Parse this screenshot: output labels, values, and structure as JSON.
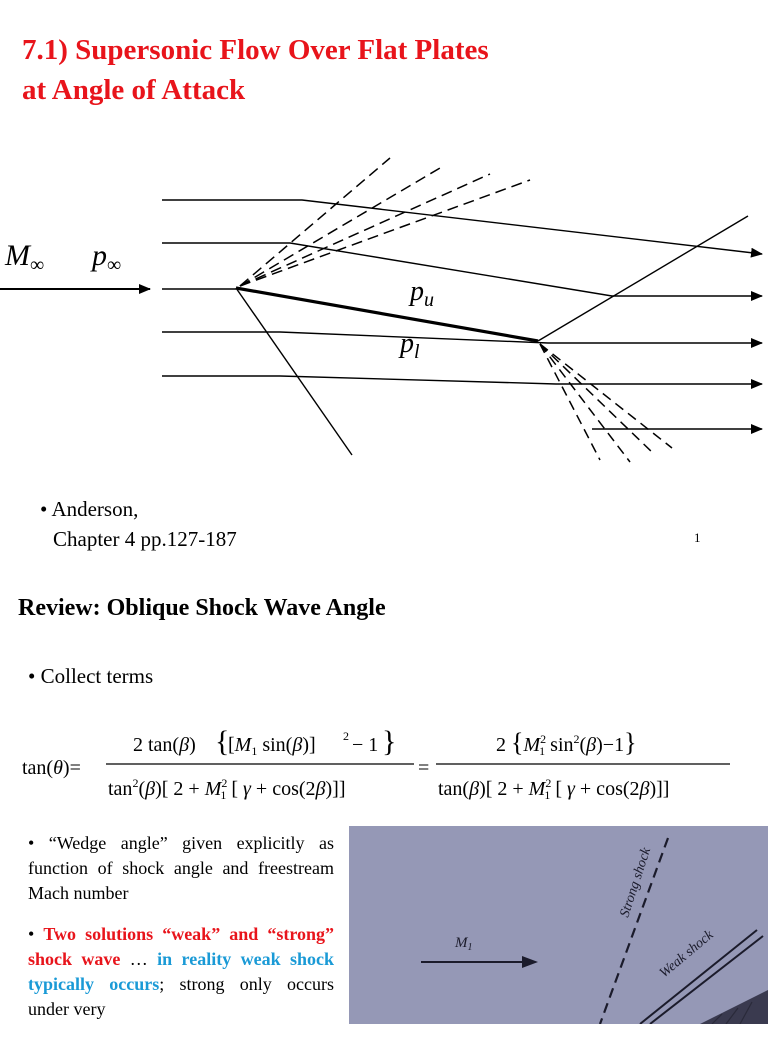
{
  "slide1": {
    "title_line1": "7.1) Supersonic Flow Over Flat Plates",
    "title_line2": "at Angle of Attack",
    "diagram": {
      "label_freestream_mach": "M",
      "label_freestream_mach_sub": "∞",
      "label_freestream_pressure": "p",
      "label_freestream_pressure_sub": "∞",
      "label_upper_pressure": "p",
      "label_upper_pressure_sub": "u",
      "label_lower_pressure": "p",
      "label_lower_pressure_sub": "l"
    },
    "bullet_line1": "• Anderson,",
    "bullet_line2": "Chapter 4 pp.127-187",
    "page_number": "1"
  },
  "slide2": {
    "title": "Review: Oblique Shock Wave Angle",
    "bullet_collect": "• Collect terms",
    "wedge_text": "• “Wedge angle” given explicitly as function of shock angle and freestream Mach number",
    "two_bullet": "•",
    "two_solutions_red": "Two solutions “weak” and “strong” shock wave",
    "ellipsis": " … ",
    "reality_blue": "in reality weak shock typically occurs",
    "tail_text": "; strong only occurs under very",
    "photo": {
      "label_mach": "M",
      "label_mach_sub": "1",
      "label_strong": "Strong shock",
      "label_weak": "Weak shock"
    }
  },
  "colors": {
    "title_red": "#e8141b",
    "highlight_blue": "#1a9ad6",
    "photo_bg": "#8d8fb0"
  }
}
